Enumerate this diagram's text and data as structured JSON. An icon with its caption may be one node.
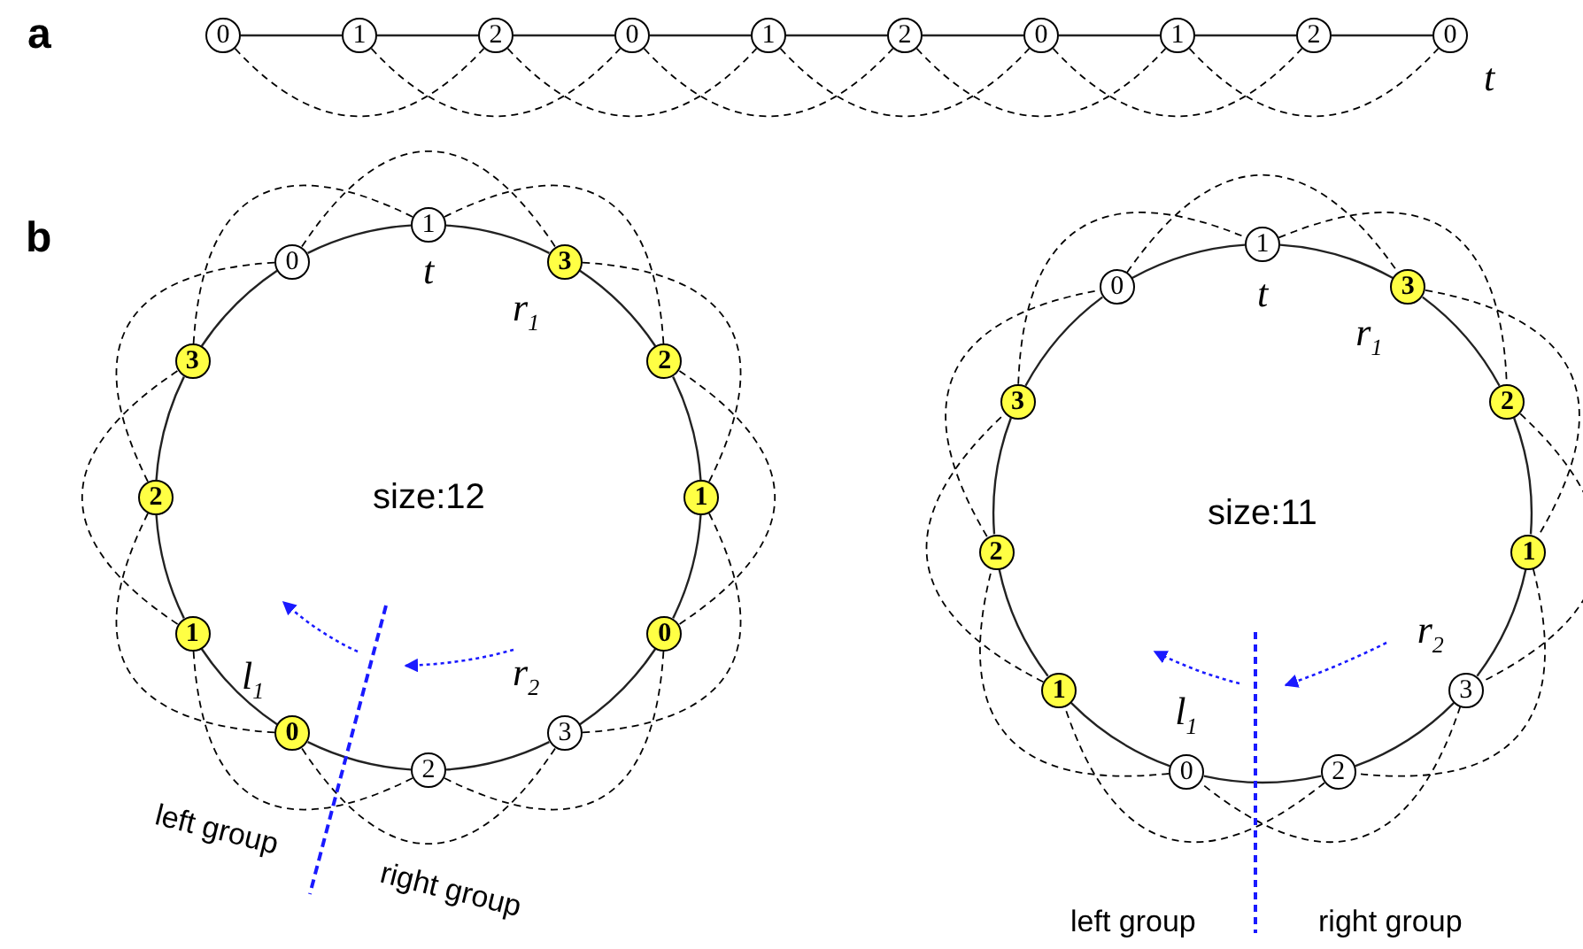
{
  "diagram": {
    "nodes": [
      {
        "text": [
          "0"
        ]
      },
      {
        "text": [
          "1"
        ]
      },
      {
        "text": [
          "2"
        ]
      },
      {
        "text": [
          "0"
        ]
      },
      {
        "text": [
          "1"
        ]
      },
      {
        "text": [
          "2"
        ]
      },
      {
        "text": [
          "0"
        ]
      },
      {
        "text": [
          "1"
        ]
      },
      {
        "text": [
          "2"
        ]
      },
      {
        "text": [
          "0"
        ],
        "beside": [
          "t"
        ]
      },
      {
        "text": [
          "1"
        ],
        "beside": [
          "t"
        ]
      },
      {
        "text": [
          "3"
        ],
        "beside": [
          "r$_{1}$"
        ]
      },
      {
        "text": [
          "2"
        ]
      },
      {
        "text": [
          "1"
        ]
      },
      {
        "text": [
          "0"
        ]
      },
      {
        "text": [
          "3"
        ],
        "beside": [
          "r$_{2}$"
        ]
      },
      {
        "text": [
          "2"
        ]
      },
      {
        "text": [
          "0"
        ],
        "beside": [
          "l$_{1}$"
        ]
      },
      {
        "text": [
          "1"
        ]
      },
      {
        "text": [
          "2"
        ]
      },
      {
        "text": [
          "3"
        ]
      },
      {
        "text": [
          "0"
        ]
      },
      {
        "text": [
          "1"
        ],
        "beside": [
          "t"
        ]
      },
      {
        "text": [
          "3"
        ],
        "beside": [
          "r$_{1}$"
        ]
      },
      {
        "text": [
          "2"
        ]
      },
      {
        "text": [
          "1"
        ]
      },
      {
        "text": [
          "3"
        ],
        "beside": [
          "r$_{2}$"
        ]
      },
      {
        "text": [
          "2"
        ]
      },
      {
        "text": [
          "0"
        ],
        "beside": [
          "l$_{1}$"
        ]
      },
      {
        "text": [
          "1"
        ]
      },
      {
        "text": [
          "2"
        ]
      },
      {
        "text": [
          "3"
        ]
      },
      {
        "text": [
          "0"
        ]
      }
    ],
    "edges": [
      {
        "from": 0,
        "to": 1,
        "arrow": "none"
      },
      {
        "from": 1,
        "to": 2,
        "arrow": "none"
      },
      {
        "from": 2,
        "to": 3,
        "arrow": "none"
      },
      {
        "from": 3,
        "to": 4,
        "arrow": "none"
      },
      {
        "from": 4,
        "to": 5,
        "arrow": "none"
      },
      {
        "from": 5,
        "to": 6,
        "arrow": "none"
      },
      {
        "from": 6,
        "to": 7,
        "arrow": "none"
      },
      {
        "from": 7,
        "to": 8,
        "arrow": "none"
      },
      {
        "from": 8,
        "to": 9,
        "arrow": "none"
      },
      {
        "from": 0,
        "to": 2,
        "arrow": "none",
        "style": "dashed"
      },
      {
        "from": 1,
        "to": 3,
        "arrow": "none",
        "style": "dashed"
      },
      {
        "from": 2,
        "to": 4,
        "arrow": "none",
        "style": "dashed"
      },
      {
        "from": 3,
        "to": 5,
        "arrow": "none",
        "style": "dashed"
      },
      {
        "from": 4,
        "to": 6,
        "arrow": "none",
        "style": "dashed"
      },
      {
        "from": 5,
        "to": 7,
        "arrow": "none",
        "style": "dashed"
      },
      {
        "from": 6,
        "to": 8,
        "arrow": "none",
        "style": "dashed"
      },
      {
        "from": 7,
        "to": 9,
        "arrow": "none",
        "style": "dashed"
      },
      {
        "from": 10,
        "to": 11,
        "arrow": "none"
      },
      {
        "from": 11,
        "to": 12,
        "arrow": "none"
      },
      {
        "from": 12,
        "to": 13,
        "arrow": "none"
      },
      {
        "from": 13,
        "to": 14,
        "arrow": "none"
      },
      {
        "from": 14,
        "to": 15,
        "arrow": "none"
      },
      {
        "from": 15,
        "to": 16,
        "arrow": "none"
      },
      {
        "from": 16,
        "to": 17,
        "arrow": "none"
      },
      {
        "from": 17,
        "to": 18,
        "arrow": "none"
      },
      {
        "from": 18,
        "to": 19,
        "arrow": "none"
      },
      {
        "from": 19,
        "to": 20,
        "arrow": "none"
      },
      {
        "from": 20,
        "to": 21,
        "arrow": "none"
      },
      {
        "from": 21,
        "to": 10,
        "arrow": "none"
      },
      {
        "from": 10,
        "to": 12,
        "arrow": "none",
        "style": "dashed"
      },
      {
        "from": 11,
        "to": 13,
        "arrow": "none",
        "style": "dashed"
      },
      {
        "from": 12,
        "to": 14,
        "arrow": "none",
        "style": "dashed"
      },
      {
        "from": 13,
        "to": 15,
        "arrow": "none",
        "style": "dashed"
      },
      {
        "from": 14,
        "to": 16,
        "arrow": "none",
        "style": "dashed"
      },
      {
        "from": 15,
        "to": 17,
        "arrow": "none",
        "style": "dashed"
      },
      {
        "from": 16,
        "to": 18,
        "arrow": "none",
        "style": "dashed"
      },
      {
        "from": 17,
        "to": 19,
        "arrow": "none",
        "style": "dashed"
      },
      {
        "from": 18,
        "to": 20,
        "arrow": "none",
        "style": "dashed"
      },
      {
        "from": 19,
        "to": 21,
        "arrow": "none",
        "style": "dashed"
      },
      {
        "from": 20,
        "to": 10,
        "arrow": "none",
        "style": "dashed"
      },
      {
        "from": 21,
        "to": 11,
        "arrow": "none",
        "style": "dashed"
      },
      {
        "from": 22,
        "to": 23,
        "arrow": "none"
      },
      {
        "from": 23,
        "to": 24,
        "arrow": "none"
      },
      {
        "from": 24,
        "to": 25,
        "arrow": "none"
      },
      {
        "from": 25,
        "to": 26,
        "arrow": "none"
      },
      {
        "from": 26,
        "to": 27,
        "arrow": "none"
      },
      {
        "from": 27,
        "to": 28,
        "arrow": "none"
      },
      {
        "from": 28,
        "to": 29,
        "arrow": "none"
      },
      {
        "from": 29,
        "to": 30,
        "arrow": "none"
      },
      {
        "from": 30,
        "to": 31,
        "arrow": "none"
      },
      {
        "from": 31,
        "to": 32,
        "arrow": "none"
      },
      {
        "from": 32,
        "to": 22,
        "arrow": "none"
      },
      {
        "from": 22,
        "to": 24,
        "arrow": "none",
        "style": "dashed"
      },
      {
        "from": 23,
        "to": 25,
        "arrow": "none",
        "style": "dashed"
      },
      {
        "from": 24,
        "to": 26,
        "arrow": "none",
        "style": "dashed"
      },
      {
        "from": 25,
        "to": 27,
        "arrow": "none",
        "style": "dashed"
      },
      {
        "from": 26,
        "to": 28,
        "arrow": "none",
        "style": "dashed"
      },
      {
        "from": 27,
        "to": 29,
        "arrow": "none",
        "style": "dashed"
      },
      {
        "from": 28,
        "to": 30,
        "arrow": "none",
        "style": "dashed"
      },
      {
        "from": 29,
        "to": 31,
        "arrow": "none",
        "style": "dashed"
      },
      {
        "from": 30,
        "to": 32,
        "arrow": "none",
        "style": "dashed"
      },
      {
        "from": 31,
        "to": 22,
        "arrow": "none",
        "style": "dashed"
      },
      {
        "from": 32,
        "to": 23,
        "arrow": "none",
        "style": "dashed"
      }
    ],
    "labels": [
      "a",
      "b",
      "size:12",
      "left group",
      "right group",
      "size:11",
      "left group",
      "right group"
    ]
  }
}
